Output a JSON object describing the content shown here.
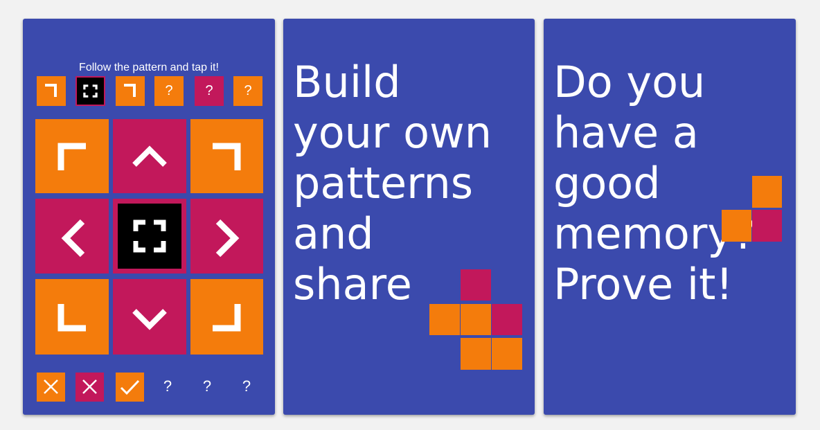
{
  "colors": {
    "background": "#3b4aad",
    "orange": "#f47c0c",
    "magenta": "#c2185b",
    "black": "#000000",
    "white": "#ffffff"
  },
  "game": {
    "instruction": "Follow the pattern and tap it!",
    "sequence": [
      {
        "icon": "corner-top-right-icon",
        "color": "orange"
      },
      {
        "icon": "focus-frame-icon",
        "color": "black"
      },
      {
        "icon": "corner-top-right-icon",
        "color": "orange"
      },
      {
        "label": "?",
        "color": "orange"
      },
      {
        "label": "?",
        "color": "magenta"
      },
      {
        "label": "?",
        "color": "orange"
      }
    ],
    "grid": [
      {
        "icon": "corner-top-left-icon",
        "color": "orange"
      },
      {
        "icon": "chevron-up-icon",
        "color": "magenta"
      },
      {
        "icon": "corner-top-right-icon",
        "color": "orange"
      },
      {
        "icon": "chevron-left-icon",
        "color": "magenta"
      },
      {
        "icon": "focus-frame-icon",
        "color": "black"
      },
      {
        "icon": "chevron-right-icon",
        "color": "magenta"
      },
      {
        "icon": "corner-bottom-left-icon",
        "color": "orange"
      },
      {
        "icon": "chevron-down-icon",
        "color": "magenta"
      },
      {
        "icon": "corner-bottom-right-icon",
        "color": "orange"
      }
    ],
    "results": [
      {
        "icon": "close-icon",
        "color": "orange"
      },
      {
        "icon": "close-icon",
        "color": "magenta"
      },
      {
        "icon": "check-icon",
        "color": "orange"
      },
      {
        "label": "?"
      },
      {
        "label": "?"
      },
      {
        "label": "?"
      }
    ]
  },
  "promo_build": {
    "lines": [
      "Build",
      "your own",
      "patterns",
      "and",
      "share"
    ]
  },
  "promo_memory": {
    "lines": [
      "Do you",
      "have a",
      "good",
      "memory?",
      "Prove it!"
    ]
  }
}
